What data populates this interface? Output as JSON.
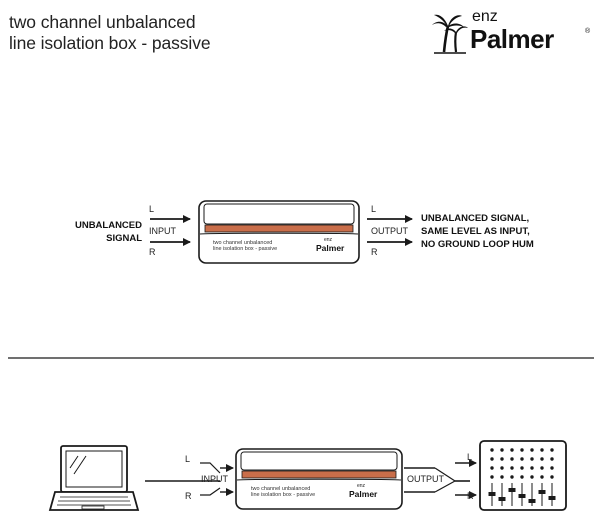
{
  "title": {
    "line1": "two channel unbalanced",
    "line2": "line isolation box - passive"
  },
  "logo": {
    "prefix": "enz",
    "brand": "Palmer",
    "registered": "®"
  },
  "diagram1": {
    "left_label_line1": "UNBALANCED",
    "left_label_line2": "SIGNAL",
    "in_left": "L",
    "in_label": "INPUT",
    "in_right": "R",
    "out_left": "L",
    "out_label": "OUTPUT",
    "out_right": "R",
    "right_label_line1": "UNBALANCED SIGNAL,",
    "right_label_line2": "SAME LEVEL AS INPUT,",
    "right_label_line3": "NO GROUND LOOP HUM",
    "box_line1": "two channel unbalanced",
    "box_line2": "line isolation box - passive",
    "box_enz": "enz",
    "box_brand": "Palmer"
  },
  "diagram2": {
    "in_left": "L",
    "in_label": "INPUT",
    "in_right": "R",
    "out_label": "OUTPUT",
    "out_left": "L",
    "out_right": "R",
    "box_line1": "two channel unbalanced",
    "box_line2": "line isolation box - passive",
    "box_enz": "enz",
    "box_brand": "Palmer"
  },
  "colors": {
    "line": "#1a1a1a",
    "copper": "#c96e4a"
  }
}
